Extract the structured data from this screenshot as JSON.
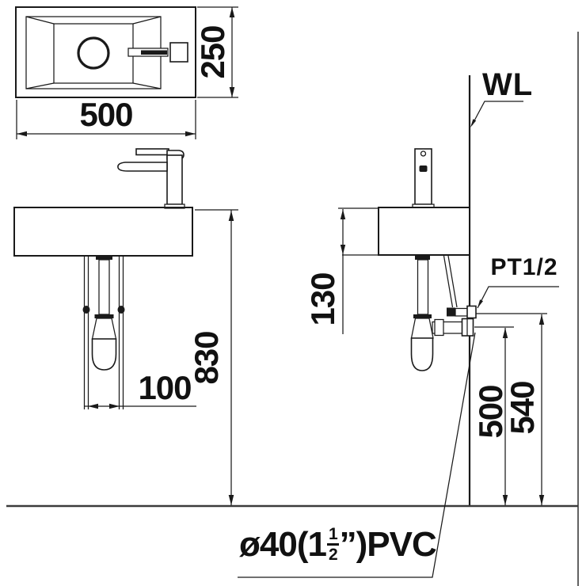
{
  "title": "wall-hung basin installation diagram",
  "colors": {
    "line": "#1a1a1a",
    "muted_line": "#3b3b3b",
    "background": "#ffffff",
    "text": "#111111"
  },
  "labels": {
    "top_view_width": "500",
    "top_view_depth": "250",
    "front_height": "830",
    "trap_offset": "100",
    "apron_height": "130",
    "drain_outlet_height": "500",
    "supply_outlet_height": "540",
    "wall_line": "WL",
    "supply_thread": "PT1/2",
    "drain_pipe": {
      "prefix": "ø40(1",
      "fraction_numerator": "1",
      "fraction_denominator": "2",
      "suffix": "”)PVC"
    }
  }
}
